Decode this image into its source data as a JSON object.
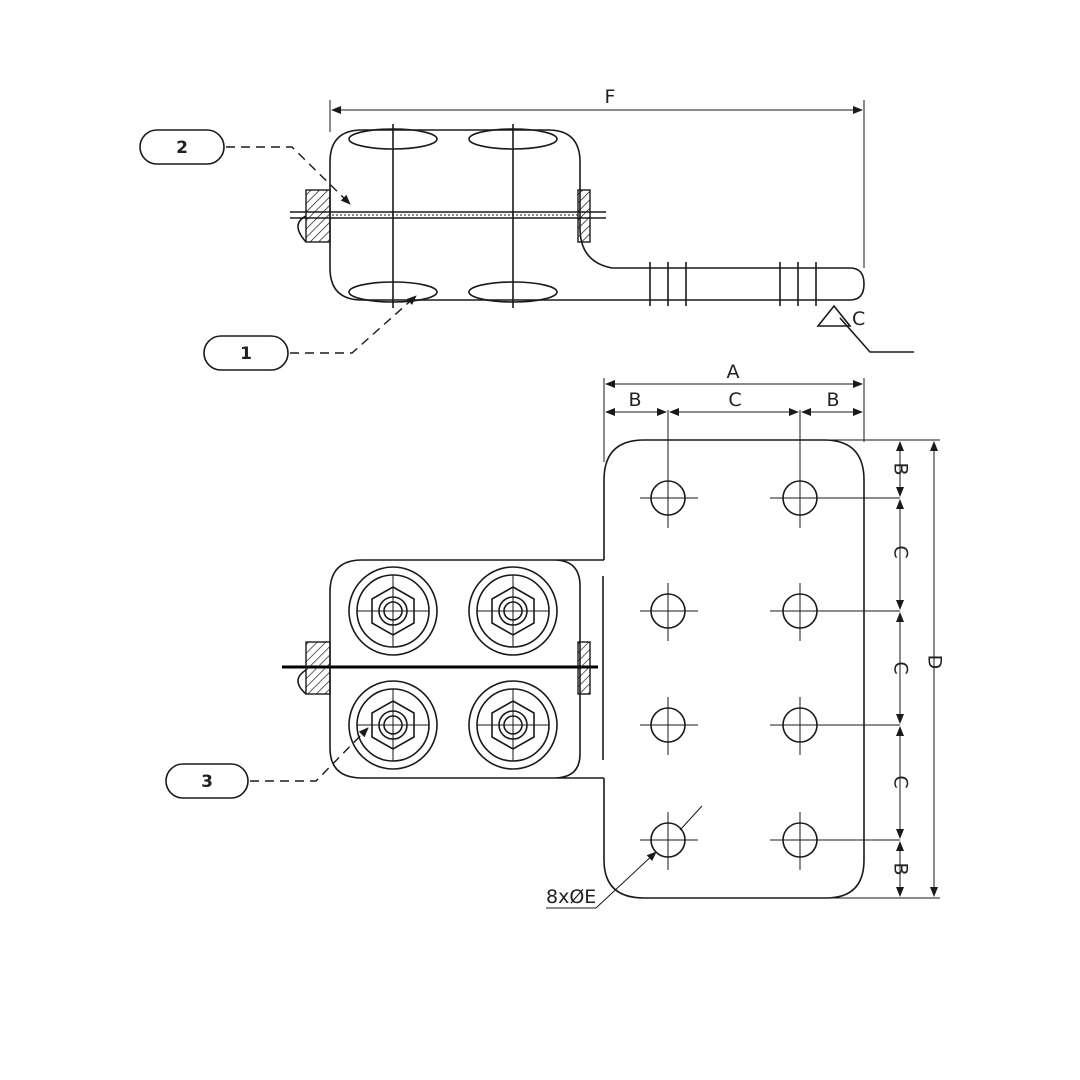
{
  "balloons": {
    "item_1": "1",
    "item_2": "2",
    "item_3": "3"
  },
  "dimensions": {
    "overall_length": "F",
    "bevel": "C",
    "pad_width": "A",
    "edge_left": "B",
    "pitch_horizontal": "C",
    "edge_right": "B",
    "edge_top": "B",
    "pitch_1": "C",
    "pitch_2": "C",
    "pitch_3": "C",
    "edge_bottom": "B",
    "pad_height": "D",
    "hole_callout": "8xØE"
  },
  "colors": {
    "line": "#1a1a1a",
    "background": "#ffffff"
  }
}
